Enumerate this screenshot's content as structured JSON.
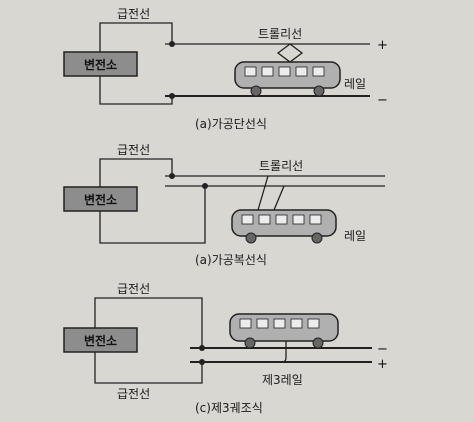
{
  "diagram_a": {
    "feeder_label": "급전선",
    "substation_label": "변전소",
    "trolley_label": "트롤리선",
    "rail_label": "레일",
    "plus": "+",
    "minus": "−",
    "caption": "(a)가공단선식"
  },
  "diagram_b": {
    "feeder_label": "급전선",
    "substation_label": "변전소",
    "trolley_label": "트롤리선",
    "rail_label": "레일",
    "caption": "(a)가공복선식"
  },
  "diagram_c": {
    "feeder_top_label": "급전선",
    "feeder_bottom_label": "급전선",
    "substation_label": "변전소",
    "third_rail_label": "제3레일",
    "minus": "−",
    "plus": "+",
    "caption": "(c)제3궤조식"
  },
  "colors": {
    "background": "#d8d7d2",
    "substation_fill": "#8d8d8d",
    "car_fill": "#b0b0b0",
    "window_fill": "#ececec",
    "line": "#222222"
  }
}
